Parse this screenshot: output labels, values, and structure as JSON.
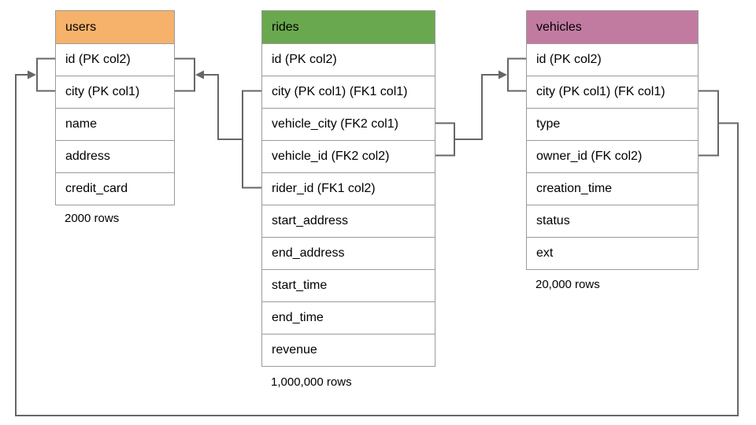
{
  "styles": {
    "background": "#ffffff",
    "border_color": "#9a9a9a",
    "connector_color": "#666666",
    "text_color": "#000000"
  },
  "tables": [
    {
      "title": "users",
      "header_color": "#f6b26b",
      "columns": [
        "id (PK col2)",
        "city (PK col1)",
        "name",
        "address",
        "credit_card"
      ],
      "row_count": "2000 rows"
    },
    {
      "title": "rides",
      "header_color": "#6aa84f",
      "columns": [
        "id (PK col2)",
        "city (PK col1) (FK1 col1)",
        "vehicle_city (FK2 col1)",
        "vehicle_id (FK2 col2)",
        "rider_id (FK1 col2)",
        "start_address",
        "end_address",
        "start_time",
        "end_time",
        "revenue"
      ],
      "row_count": "1,000,000 rows"
    },
    {
      "title": "vehicles",
      "header_color": "#c27ba0",
      "columns": [
        "id (PK col2)",
        "city (PK col1) (FK col1)",
        "type",
        "owner_id (FK col2)",
        "creation_time",
        "status",
        "ext"
      ],
      "row_count": "20,000 rows"
    }
  ],
  "relationships": [
    {
      "name": "rides-fk1-users",
      "from": "rides (city, rider_id)",
      "to": "users (id, city)"
    },
    {
      "name": "rides-fk2-vehicles",
      "from": "rides (vehicle_city, vehicle_id)",
      "to": "vehicles (id, city)"
    },
    {
      "name": "vehicles-fk-users",
      "from": "vehicles (city, owner_id)",
      "to": "users (id, city)"
    }
  ]
}
